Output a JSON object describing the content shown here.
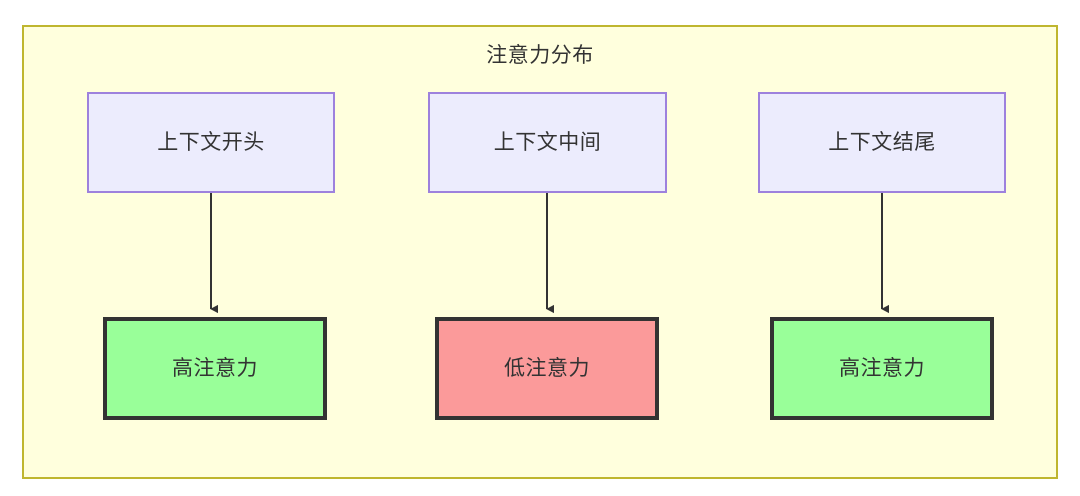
{
  "diagram": {
    "title": "注意力分布",
    "frame": {
      "background": "#ffffdd",
      "border_color": "#bfb62f"
    },
    "nodes": [
      {
        "id": "ctx-start",
        "label": "上下文开头",
        "type": "context",
        "fill": "#ececfd",
        "stroke": "#9d81dd"
      },
      {
        "id": "ctx-middle",
        "label": "上下文中间",
        "type": "context",
        "fill": "#ececfd",
        "stroke": "#9d81dd"
      },
      {
        "id": "ctx-end",
        "label": "上下文结尾",
        "type": "context",
        "fill": "#ececfd",
        "stroke": "#9d81dd"
      },
      {
        "id": "attn-high-start",
        "label": "高注意力",
        "type": "attention-high",
        "fill": "#99ff99",
        "stroke": "#333333"
      },
      {
        "id": "attn-low-middle",
        "label": "低注意力",
        "type": "attention-low",
        "fill": "#fb9a9a",
        "stroke": "#333333"
      },
      {
        "id": "attn-high-end",
        "label": "高注意力",
        "type": "attention-high",
        "fill": "#99ff99",
        "stroke": "#333333"
      }
    ],
    "edges": [
      {
        "from": "ctx-start",
        "to": "attn-high-start",
        "arrow": "arrow-down-icon"
      },
      {
        "from": "ctx-middle",
        "to": "attn-low-middle",
        "arrow": "arrow-down-icon"
      },
      {
        "from": "ctx-end",
        "to": "attn-high-end",
        "arrow": "arrow-down-icon"
      }
    ]
  }
}
